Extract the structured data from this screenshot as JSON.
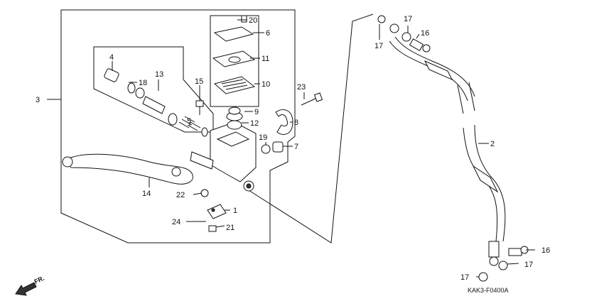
{
  "diagram": {
    "code": "KAK3-F0400A",
    "direction_label": "FR.",
    "callouts": {
      "c1": "1",
      "c2": "2",
      "c3": "3",
      "c4": "4",
      "c5": "5",
      "c6": "6",
      "c7": "7",
      "c8": "8",
      "c9": "9",
      "c10": "10",
      "c11": "11",
      "c12": "12",
      "c13": "13",
      "c14": "14",
      "c15": "15",
      "c16a": "16",
      "c16b": "16",
      "c17a": "17",
      "c17b": "17",
      "c17c": "17",
      "c17d": "17",
      "c18": "18",
      "c19": "19",
      "c20": "20",
      "c21": "21",
      "c22": "22",
      "c23": "23",
      "c24": "24"
    }
  }
}
